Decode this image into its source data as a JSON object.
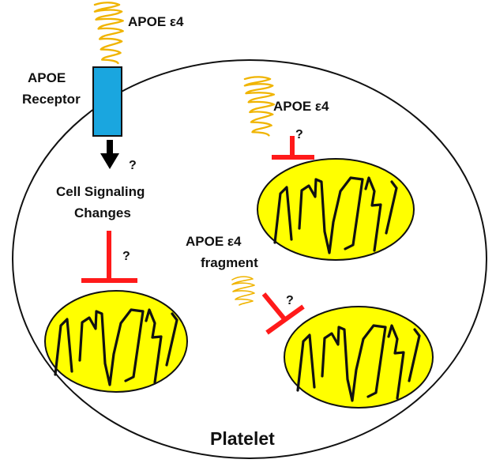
{
  "labels": {
    "apoe_top": "APOE ε4",
    "apoe_receptor_line1": "APOE",
    "apoe_receptor_line2": "Receptor",
    "question": "?",
    "cell_signaling_line1": "Cell Signaling",
    "cell_signaling_line2": "Changes",
    "apoe_right": "APOE ε4",
    "apoe_fragment_line1": "APOE ε4",
    "apoe_fragment_line2": "fragment",
    "platelet": "Platelet"
  },
  "colors": {
    "receptor_fill": "#1aa6df",
    "inhibitor": "#ff1a1a",
    "mitochondrion_fill": "#ffff00",
    "protein_coil": "#f0b400",
    "outline": "#111111"
  },
  "icons": [
    "protein-coil-icon",
    "receptor-icon",
    "arrow-down-icon",
    "inhibition-bar-icon",
    "mitochondrion-icon"
  ]
}
